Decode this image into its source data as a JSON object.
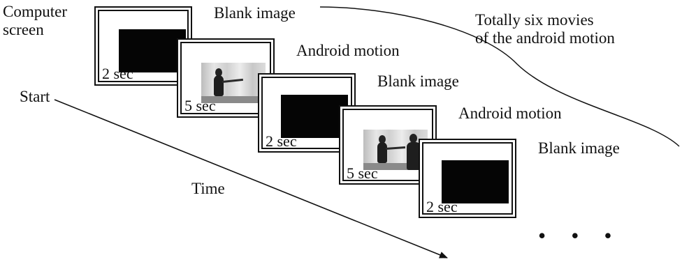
{
  "labels": {
    "computer_screen": "Computer\nscreen",
    "start": "Start",
    "time": "Time",
    "totally_six": "Totally six movies\nof the android motion"
  },
  "frames": [
    {
      "type": "blank",
      "caption": "Blank image",
      "duration": "2 sec"
    },
    {
      "type": "motion",
      "caption": "Android motion",
      "duration": "5 sec"
    },
    {
      "type": "blank",
      "caption": "Blank image",
      "duration": "2 sec"
    },
    {
      "type": "motion",
      "caption": "Android motion",
      "duration": "5 sec"
    },
    {
      "type": "blank",
      "caption": "Blank image",
      "duration": "2 sec"
    }
  ],
  "continuation": "• • •"
}
